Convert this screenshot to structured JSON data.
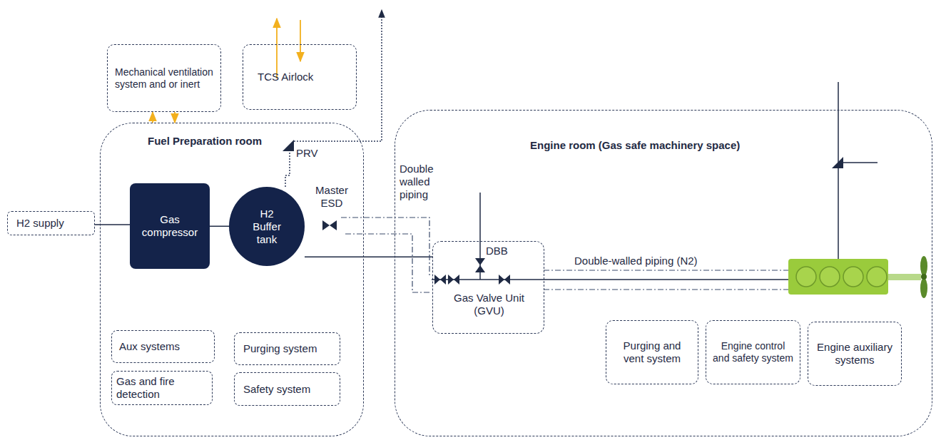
{
  "diagram": {
    "nodes": [
      {
        "text": [
          "Mechanical ventilation system and or inert"
        ]
      },
      {
        "text": [
          "TCS Airlock"
        ]
      },
      {
        "text": [
          "Fuel Preparation room"
        ]
      },
      {
        "text": [
          "H2 supply"
        ]
      },
      {
        "text": [
          "Gas compressor"
        ],
        "in": 2
      },
      {
        "text": [
          "H2 Buffer tank"
        ],
        "in": 2
      },
      {
        "text": [
          "Aux systems"
        ],
        "in": 2
      },
      {
        "text": [
          "Purging system"
        ],
        "in": 2
      },
      {
        "text": [
          "Gas and fire detection"
        ],
        "in": 2
      },
      {
        "text": [
          "Safety system"
        ],
        "in": 2
      },
      {
        "text": [
          "Engine room (Gas safe machinery space)"
        ]
      },
      {
        "text": [
          "Gas Valve Unit (GVU)"
        ],
        "in": 10
      },
      {
        "text": [
          "Purging and vent system"
        ],
        "in": 10
      },
      {
        "text": [
          "Engine control and safety system"
        ],
        "in": 10
      },
      {
        "text": [
          "Engine auxiliary systems"
        ],
        "in": 10
      }
    ],
    "edges": [
      {
        "from": 3,
        "to": 4,
        "arrow": "none"
      },
      {
        "from": 4,
        "to": 5,
        "arrow": "none"
      },
      {
        "from": 5,
        "to": 11,
        "arrow": "none"
      },
      {
        "from": 2,
        "to": 0,
        "arrow": "to"
      },
      {
        "from": 0,
        "to": 2,
        "arrow": "to"
      }
    ],
    "labels": [
      "PRV",
      "Master ESD",
      "Double walled piping",
      "DBB",
      "Double-walled piping (N2)"
    ]
  }
}
